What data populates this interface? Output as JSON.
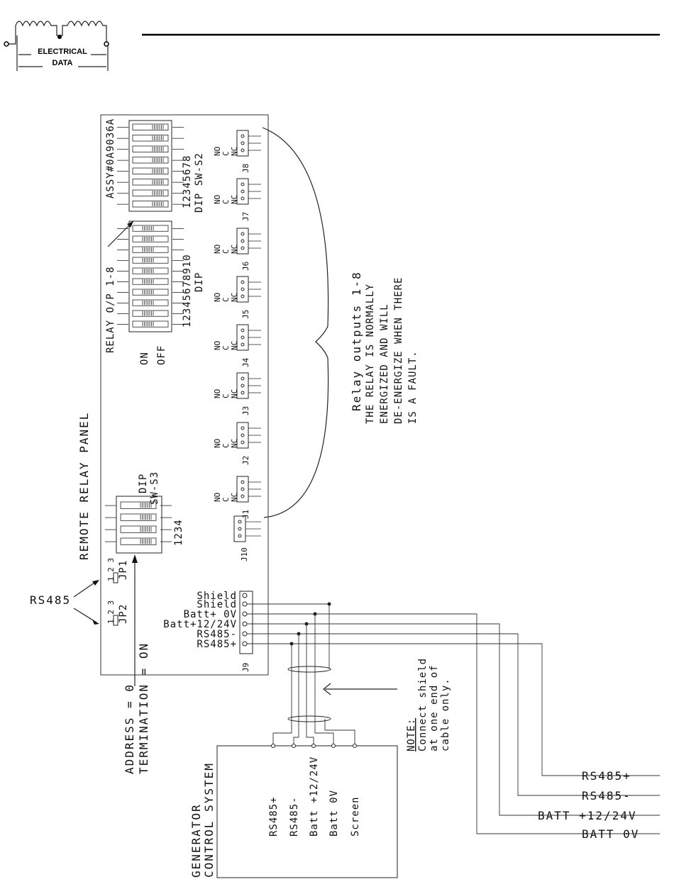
{
  "header": {
    "logo_line1": "ELECTRICAL",
    "logo_line2": "DATA"
  },
  "panel": {
    "title": "REMOTE RELAY PANEL",
    "assy": "ASSY#0A9036A",
    "relay_label": "RELAY O/P 1-8",
    "on_label": "ON",
    "off_label": "OFF",
    "dip1_numbers": "12345678910",
    "dip1_label": "DIP",
    "dip2_numbers": "12345678",
    "dip2_label": "DIP SW-S2",
    "dip3_label1": "DIP",
    "dip3_label2": "SW-S3",
    "dip3_numbers": "1234",
    "jp1_label": "JP1",
    "jp1_nums": "1 2 3",
    "jp2_label": "JP2",
    "jp2_nums": "1 2 3",
    "relay_connectors": [
      "J1",
      "J2",
      "J3",
      "J4",
      "J5",
      "J6",
      "J7",
      "J8"
    ],
    "relay_pins": [
      "NO",
      "C",
      "NC"
    ],
    "j10": "J10",
    "j9": "J9",
    "j9_pins": [
      "Shield",
      "Shield",
      "Batt+ 0V",
      "Batt+12/24V",
      "RS485-",
      "RS485+"
    ]
  },
  "annotations": {
    "rs485": "RS485",
    "address": "ADDRESS = 0",
    "termination": "TERMINATION = ON",
    "relay_desc": [
      "Relay outputs 1-8",
      "THE RELAY IS NORMALLY",
      "ENERGIZED AND WILL",
      "DE-ENERGIZE WHEN THERE",
      "IS A FAULT."
    ],
    "note_title": "NOTE:",
    "note_lines": [
      "Connect shield",
      "at one end of",
      "cable only."
    ]
  },
  "gcs": {
    "title1": "GENERATOR",
    "title2": "CONTROL SYSTEM",
    "terminals": [
      "RS485+",
      "RS485-",
      "Batt +12/24V",
      "Batt 0V",
      "Screen"
    ]
  },
  "outputs": [
    "RS485+",
    "RS485-",
    "BATT +12/24V",
    "BATT 0V"
  ]
}
